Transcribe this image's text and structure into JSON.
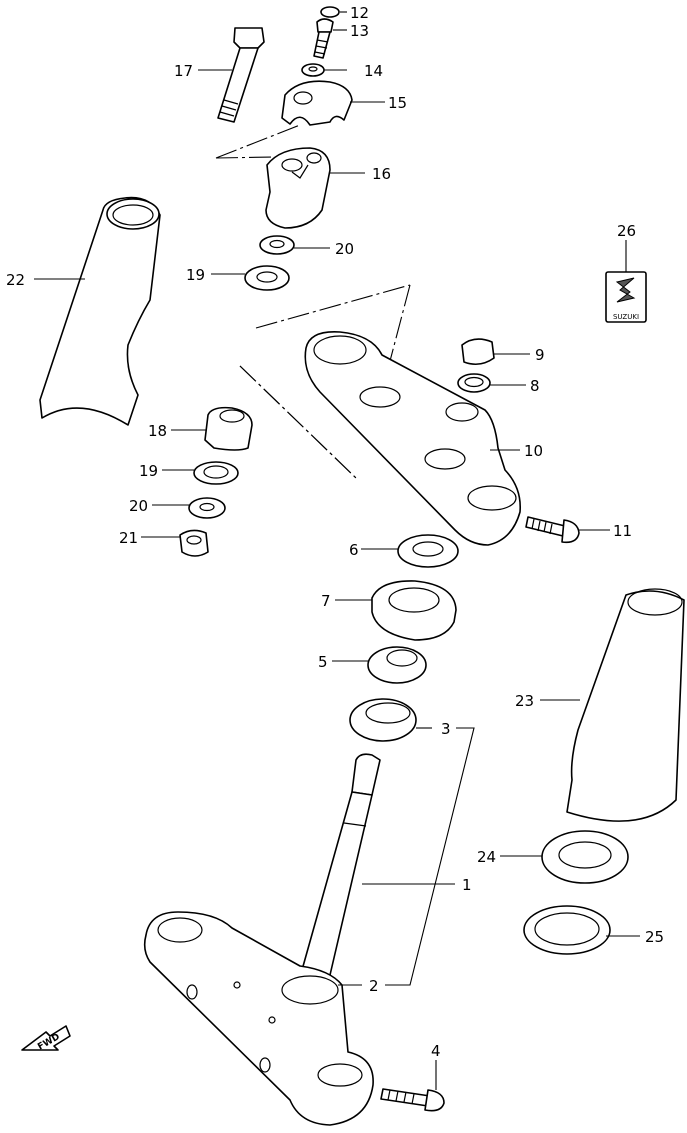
{
  "diagram": {
    "parts": [
      {
        "number": "1"
      },
      {
        "number": "2"
      },
      {
        "number": "3"
      },
      {
        "number": "4"
      },
      {
        "number": "5"
      },
      {
        "number": "6"
      },
      {
        "number": "7"
      },
      {
        "number": "8"
      },
      {
        "number": "9"
      },
      {
        "number": "10"
      },
      {
        "number": "11"
      },
      {
        "number": "12"
      },
      {
        "number": "13"
      },
      {
        "number": "14"
      },
      {
        "number": "15"
      },
      {
        "number": "16"
      },
      {
        "number": "17"
      },
      {
        "number": "18"
      },
      {
        "number": "19"
      },
      {
        "number": "19"
      },
      {
        "number": "20"
      },
      {
        "number": "20"
      },
      {
        "number": "21"
      },
      {
        "number": "22"
      },
      {
        "number": "23"
      },
      {
        "number": "24"
      },
      {
        "number": "25"
      },
      {
        "number": "26"
      }
    ],
    "fwd_label": "FWD",
    "emblem_text": "SUZUKI"
  }
}
